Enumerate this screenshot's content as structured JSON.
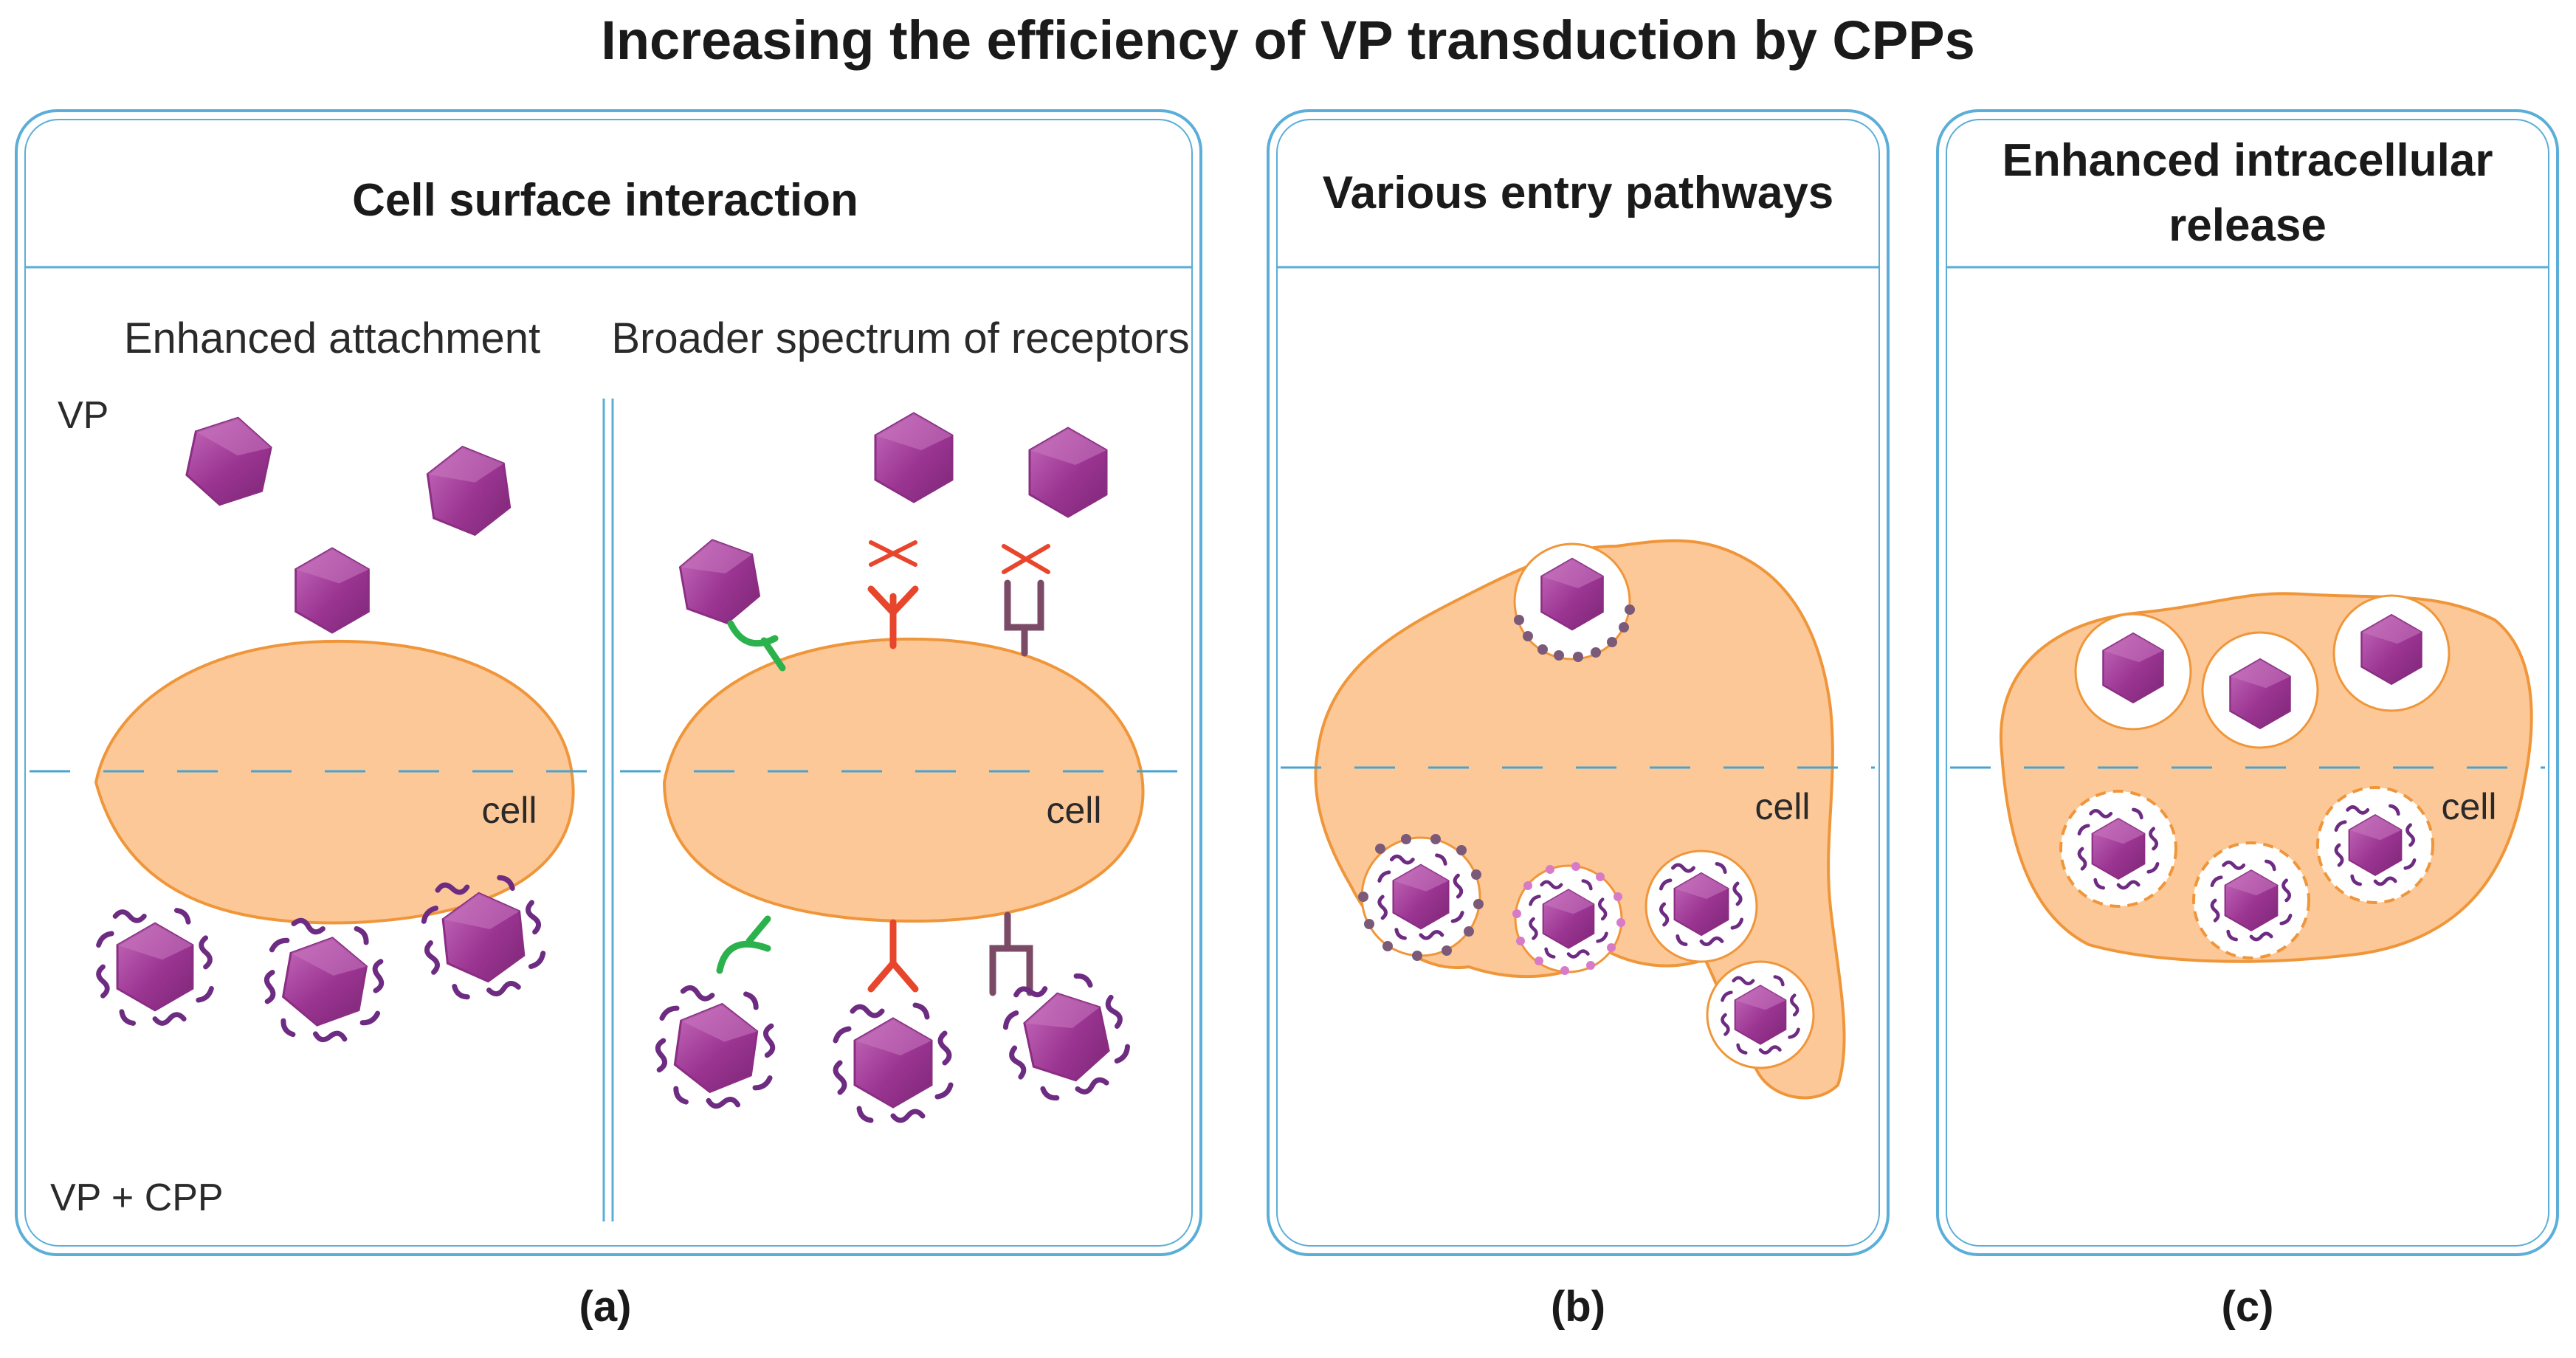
{
  "title": "Increasing the efficiency of VP transduction by CPPs",
  "panels": {
    "a": {
      "heading": "Cell surface interaction",
      "left_sub": "Enhanced attachment",
      "right_sub": "Broader spectrum of receptors",
      "row_top_label": "VP",
      "row_bottom_label": "VP  + CPP",
      "cell_label": "cell",
      "letter": "(a)"
    },
    "b": {
      "heading": "Various entry pathways",
      "cell_label": "cell",
      "letter": "(b)"
    },
    "c": {
      "heading_line1": "Enhanced intracellular",
      "heading_line2": "release",
      "cell_label": "cell",
      "letter": "(c)"
    }
  },
  "colors": {
    "frame": "#5aaed8",
    "cell_fill": "#fcc898",
    "cell_stroke": "#f0963a",
    "virus": "#9a3490",
    "virus_light": "#bf5fb4",
    "cpp": "#6d2c82",
    "receptor_green": "#2bb24c",
    "receptor_red": "#e8462c",
    "receptor_brown": "#7a4a66",
    "dashed": "#4aa3cf"
  }
}
